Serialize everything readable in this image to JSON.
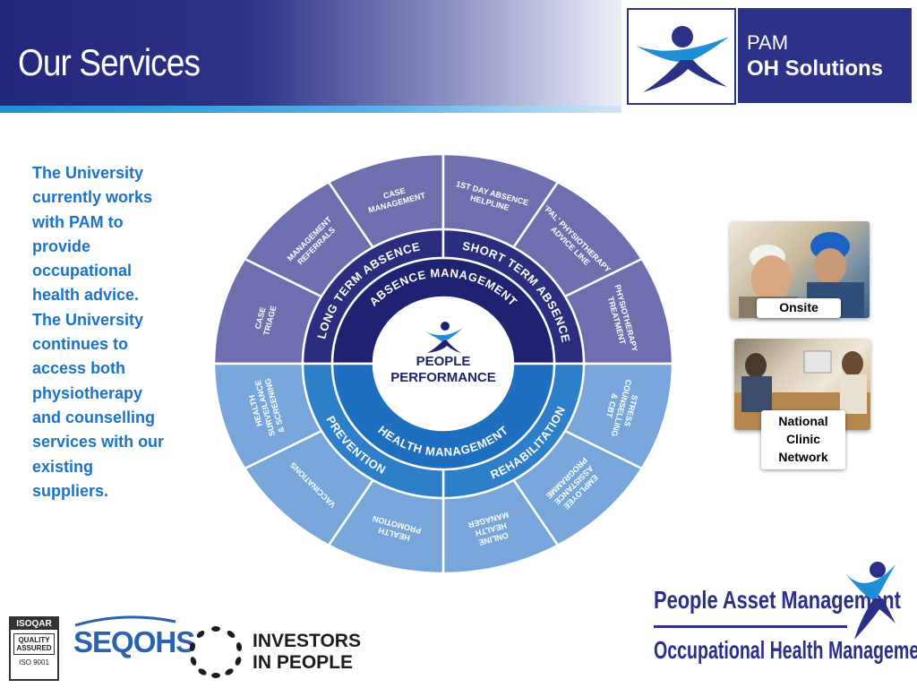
{
  "header": {
    "title": "Our Services",
    "brand": {
      "line1": "PAM",
      "line2": "OH Solutions"
    }
  },
  "intro_text": "The University currently works with PAM to provide occupational health advice. The University continues to access both physiotherapy and counselling services with our existing suppliers.",
  "diagram": {
    "center": [
      "PEOPLE",
      "PERFORMANCE"
    ],
    "inner_ring": {
      "top": "ABSENCE MANAGEMENT",
      "bottom": "HEALTH MANAGEMENT"
    },
    "middle_ring": {
      "long_term": "LONG TERM ABSENCE",
      "short_term": "SHORT TERM ABSENCE",
      "prevention": "PREVENTION",
      "rehabilitation": "REHABILITATION"
    },
    "outer_segments": [
      {
        "lines": [
          "CASE",
          "TRIAGE"
        ]
      },
      {
        "lines": [
          "MANAGEMENT",
          "REFERRALS"
        ]
      },
      {
        "lines": [
          "CASE",
          "MANAGEMENT"
        ]
      },
      {
        "lines": [
          "1ST DAY ABSENCE",
          "HELPLINE"
        ]
      },
      {
        "lines": [
          "'PAL' PHYSIOTHERAPY",
          "ADVICE LINE"
        ]
      },
      {
        "lines": [
          "PHYSIOTHERAPY",
          "TREATMENT"
        ]
      },
      {
        "lines": [
          "STRESS",
          "COUNSELLING",
          "& CBT"
        ]
      },
      {
        "lines": [
          "EMPLOYEE",
          "ASSISTANCE",
          "PROGRAMME"
        ]
      },
      {
        "lines": [
          "ONLINE",
          "HEALTH",
          "MANAGER"
        ]
      },
      {
        "lines": [
          "HEALTH",
          "PROMOTION"
        ]
      },
      {
        "lines": [
          "VACCINATIONS"
        ]
      },
      {
        "lines": [
          "HEALTH",
          "SURVEILANCE",
          "& SCREENING"
        ]
      }
    ],
    "colors": {
      "absence_outer": "#6e6fae",
      "absence_middle": "#2b2d7e",
      "absence_inner": "#1f2270",
      "health_outer": "#79a6da",
      "health_middle": "#2d7fca",
      "health_inner": "#1e6fbf",
      "center": "#ffffff",
      "center_text": "#1f2270"
    }
  },
  "photos": {
    "onsite": {
      "caption": "Onsite"
    },
    "clinic": {
      "caption_lines": [
        "National",
        "Clinic",
        "Network"
      ]
    }
  },
  "accreditations": {
    "isoqar": {
      "top": "ISOQAR",
      "middle": "QUALITY ASSURED",
      "bottom": "ISO 9001"
    },
    "seqohs": "SEQOHS",
    "investors": [
      "INVESTORS",
      "IN PEOPLE"
    ]
  },
  "footer_logo": {
    "line1": "People Asset Management",
    "line2": "Occupational Health Management"
  }
}
